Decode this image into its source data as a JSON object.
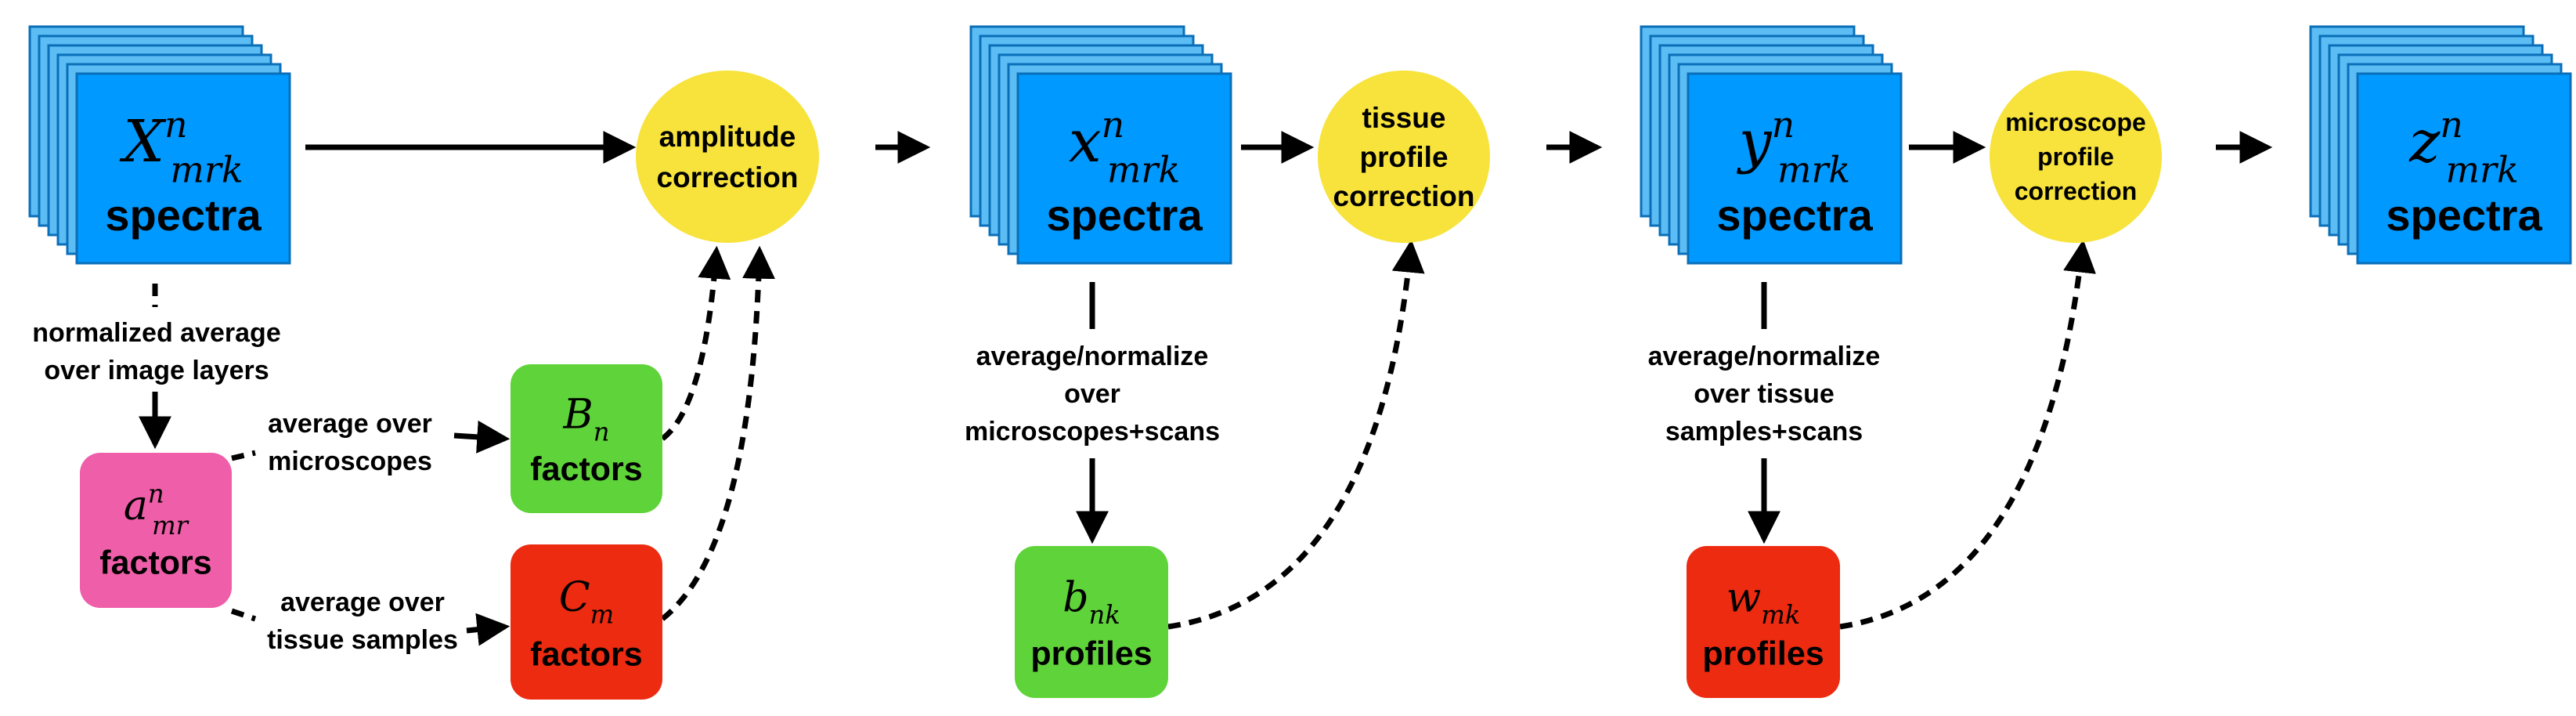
{
  "colors": {
    "stack_fill": "#0099ff",
    "stack_fill_light": "#5cbcf4",
    "stack_stroke": "#0a6fb8",
    "circle_fill": "#f7e33b",
    "green": "#5fd33a",
    "red": "#ec2b11",
    "pink": "#ee5ea9",
    "ink": "#000000"
  },
  "stacks": [
    {
      "id": "X",
      "base": "X",
      "sub": "mrk",
      "sup": "n",
      "label": "spectra"
    },
    {
      "id": "x",
      "base": "x",
      "sub": "mrk",
      "sup": "n",
      "label": "spectra"
    },
    {
      "id": "y",
      "base": "y",
      "sub": "mrk",
      "sup": "n",
      "label": "spectra"
    },
    {
      "id": "z",
      "base": "z",
      "sub": "mrk",
      "sup": "n",
      "label": "spectra"
    }
  ],
  "circles": [
    {
      "id": "amp",
      "lines": [
        "amplitude",
        "correction"
      ]
    },
    {
      "id": "tissue",
      "lines": [
        "tissue",
        "profile",
        "correction"
      ]
    },
    {
      "id": "micro",
      "lines": [
        "microscope",
        "profile",
        "correction"
      ]
    }
  ],
  "boxes": [
    {
      "id": "a",
      "base": "a",
      "sub": "mr",
      "sup": "n",
      "label": "factors"
    },
    {
      "id": "B",
      "base": "B",
      "sub": "n",
      "sup": "",
      "label": "factors"
    },
    {
      "id": "C",
      "base": "C",
      "sub": "m",
      "sup": "",
      "label": "factors"
    },
    {
      "id": "b",
      "base": "b",
      "sub": "nk",
      "sup": "",
      "label": "profiles"
    },
    {
      "id": "w",
      "base": "w",
      "sub": "mk",
      "sup": "",
      "label": "profiles"
    }
  ],
  "edge_labels": [
    {
      "id": "norm_avg",
      "lines": [
        "normalized average",
        "over image layers"
      ]
    },
    {
      "id": "avg_micro",
      "lines": [
        "average over",
        "microscopes"
      ]
    },
    {
      "id": "avg_tissue",
      "lines": [
        "average over",
        "tissue samples"
      ]
    },
    {
      "id": "avg_norm_1",
      "lines": [
        "average/normalize",
        "over",
        "microscopes+scans"
      ]
    },
    {
      "id": "avg_norm_2",
      "lines": [
        "average/normalize",
        "over tissue",
        "samples+scans"
      ]
    }
  ]
}
